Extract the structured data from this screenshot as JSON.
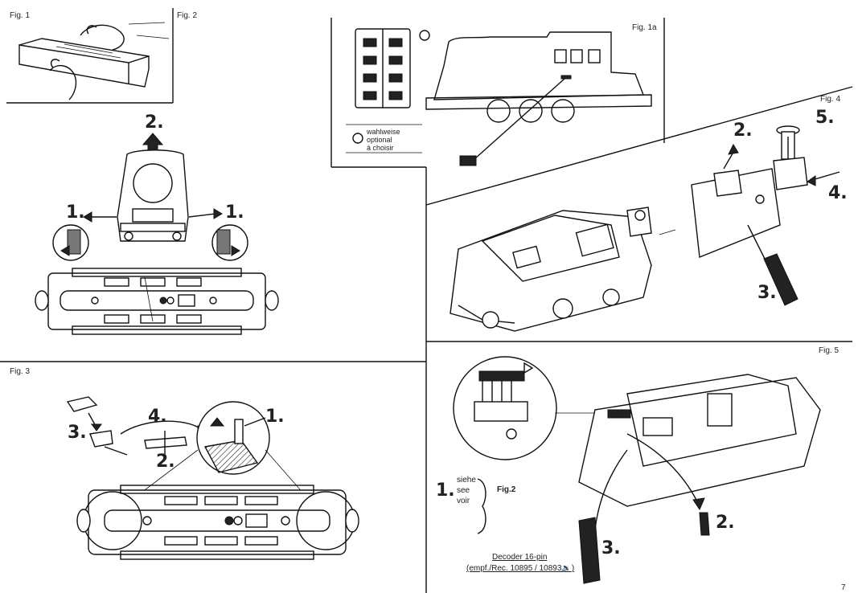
{
  "figures": {
    "fig1": "Fig. 1",
    "fig2": "Fig. 2",
    "fig1a": "Fig. 1a",
    "fig3": "Fig. 3",
    "fig4": "Fig. 4",
    "fig5": "Fig. 5"
  },
  "fig2_steps": {
    "up": "2.",
    "left": "1.",
    "right": "1."
  },
  "fig1a_legend": {
    "l1": "wahlweise",
    "l2": "optional",
    "l3": "à choisir"
  },
  "fig3_steps": {
    "s1": "1.",
    "s2": "2.",
    "s3": "3.",
    "s4": "4."
  },
  "fig4_steps": {
    "s2": "2.",
    "s3": "3.",
    "s4": "4.",
    "s5": "5."
  },
  "fig5_steps": {
    "s1": "1.",
    "s2": "2.",
    "s3": "3."
  },
  "fig5_ref": {
    "l1": "siehe",
    "l2": "see",
    "l3": "voir",
    "target": "Fig.2"
  },
  "decoder": {
    "title": "Decoder 16-pin",
    "rec": "(empf./Rec. 10895 / 10893🔉)"
  },
  "page_number": "7"
}
